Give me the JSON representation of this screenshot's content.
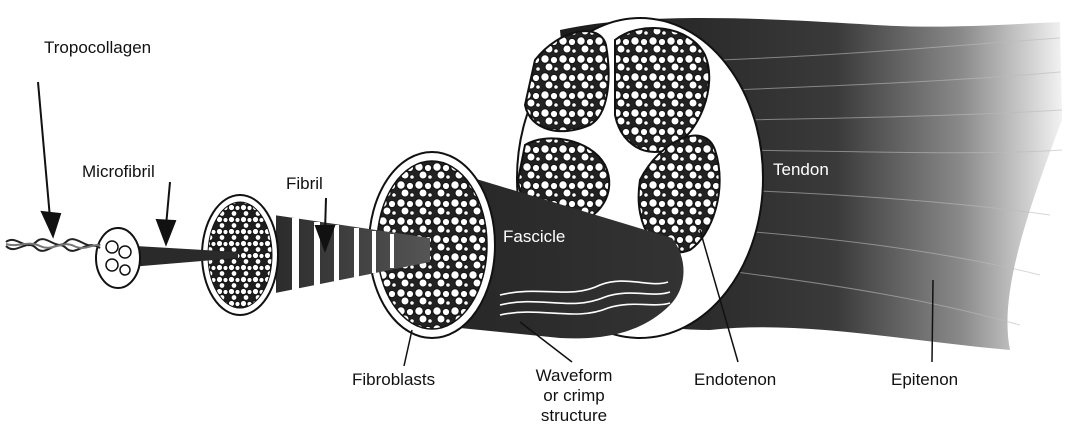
{
  "labels": {
    "tropocollagen": "Tropocollagen",
    "microfibril": "Microfibril",
    "fibril": "Fibril",
    "fascicle": "Fascicle",
    "tendon": "Tendon",
    "fibroblasts": "Fibroblasts",
    "waveform_line1": "Waveform",
    "waveform_line2": "or crimp",
    "waveform_line3": "structure",
    "endotenon": "Endotenon",
    "epitenon": "Epitenon"
  },
  "colors": {
    "ink": "#111111",
    "tissue_dark": "#2a2a2a",
    "paper": "#ffffff"
  }
}
